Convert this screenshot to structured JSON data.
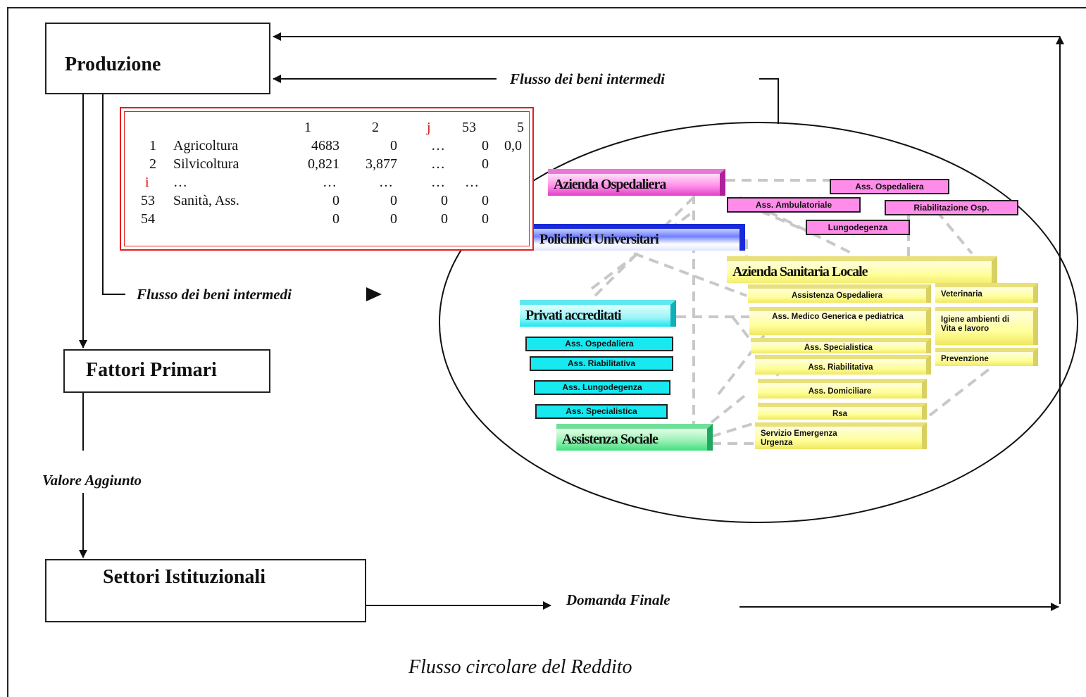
{
  "diagram": {
    "caption": "Flusso circolare del Reddito",
    "boxes": {
      "produzione": "Produzione",
      "fattori_primari": "Fattori Primari",
      "settori_istituzionali": "Settori Istituzionali"
    },
    "flows": {
      "flusso_top": "Flusso dei beni intermedi",
      "flusso_left": "Flusso dei beni intermedi",
      "valore_aggiunto": "Valore Aggiunto",
      "domanda_finale": "Domanda Finale"
    },
    "matrix": {
      "col_headers": [
        "1",
        "2",
        "j",
        "53",
        "5"
      ],
      "rows": [
        {
          "idx": "1",
          "name": "Agricoltura",
          "c1": "4683",
          "c2": "0",
          "cj": "…",
          "c53": "0",
          "c54": "0,0"
        },
        {
          "idx": "2",
          "name": "Silvicoltura",
          "c1": "0,821",
          "c2": "3,877",
          "cj": "…",
          "c53": "0",
          "c54": ""
        },
        {
          "idx": "i",
          "name": "…",
          "c1": "…",
          "c2": "…",
          "cj": "…",
          "c53": "…",
          "c54": ""
        },
        {
          "idx": "53",
          "name": "Sanità, Ass.",
          "c1": "0",
          "c2": "0",
          "cj": "0",
          "c53": "0",
          "c54": ""
        },
        {
          "idx": "54",
          "name": "",
          "c1": "0",
          "c2": "0",
          "cj": "0",
          "c53": "0",
          "c54": ""
        }
      ]
    },
    "health_system": {
      "azienda_ospedaliera": "Azienda Ospedaliera",
      "policlinici": "Policlinici Universitari",
      "asl": "Azienda Sanitaria Locale",
      "privati": "Privati accreditati",
      "assistenza_sociale": "Assistenza Sociale",
      "ao_items": [
        "Ass. Ospedaliera",
        "Ass. Ambulatoriale",
        "Riabilitazione Osp.",
        "Lungodegenza"
      ],
      "asl_items": [
        "Assistenza  Ospedaliera",
        "Ass. Medico Generica e pediatrica",
        "Ass. Specialistica",
        "Ass. Riabilitativa",
        "Ass. Domiciliare",
        "Rsa",
        "Servizio Emergenza Urgenza"
      ],
      "asl_side_items": [
        "Veterinaria",
        "Igiene ambienti di Vita e lavoro",
        "Prevenzione"
      ],
      "privati_items": [
        "Ass. Ospedaliera",
        "Ass. Riabilitativa",
        "Ass. Lungodegenza",
        "Ass. Specialistica"
      ]
    },
    "colors": {
      "magenta": "#e040c8",
      "blue": "#1a2ad8",
      "yellow": "#f4ee70",
      "cyan": "#18e8f0",
      "green": "#40e080",
      "matrix_border": "#e02020"
    }
  }
}
